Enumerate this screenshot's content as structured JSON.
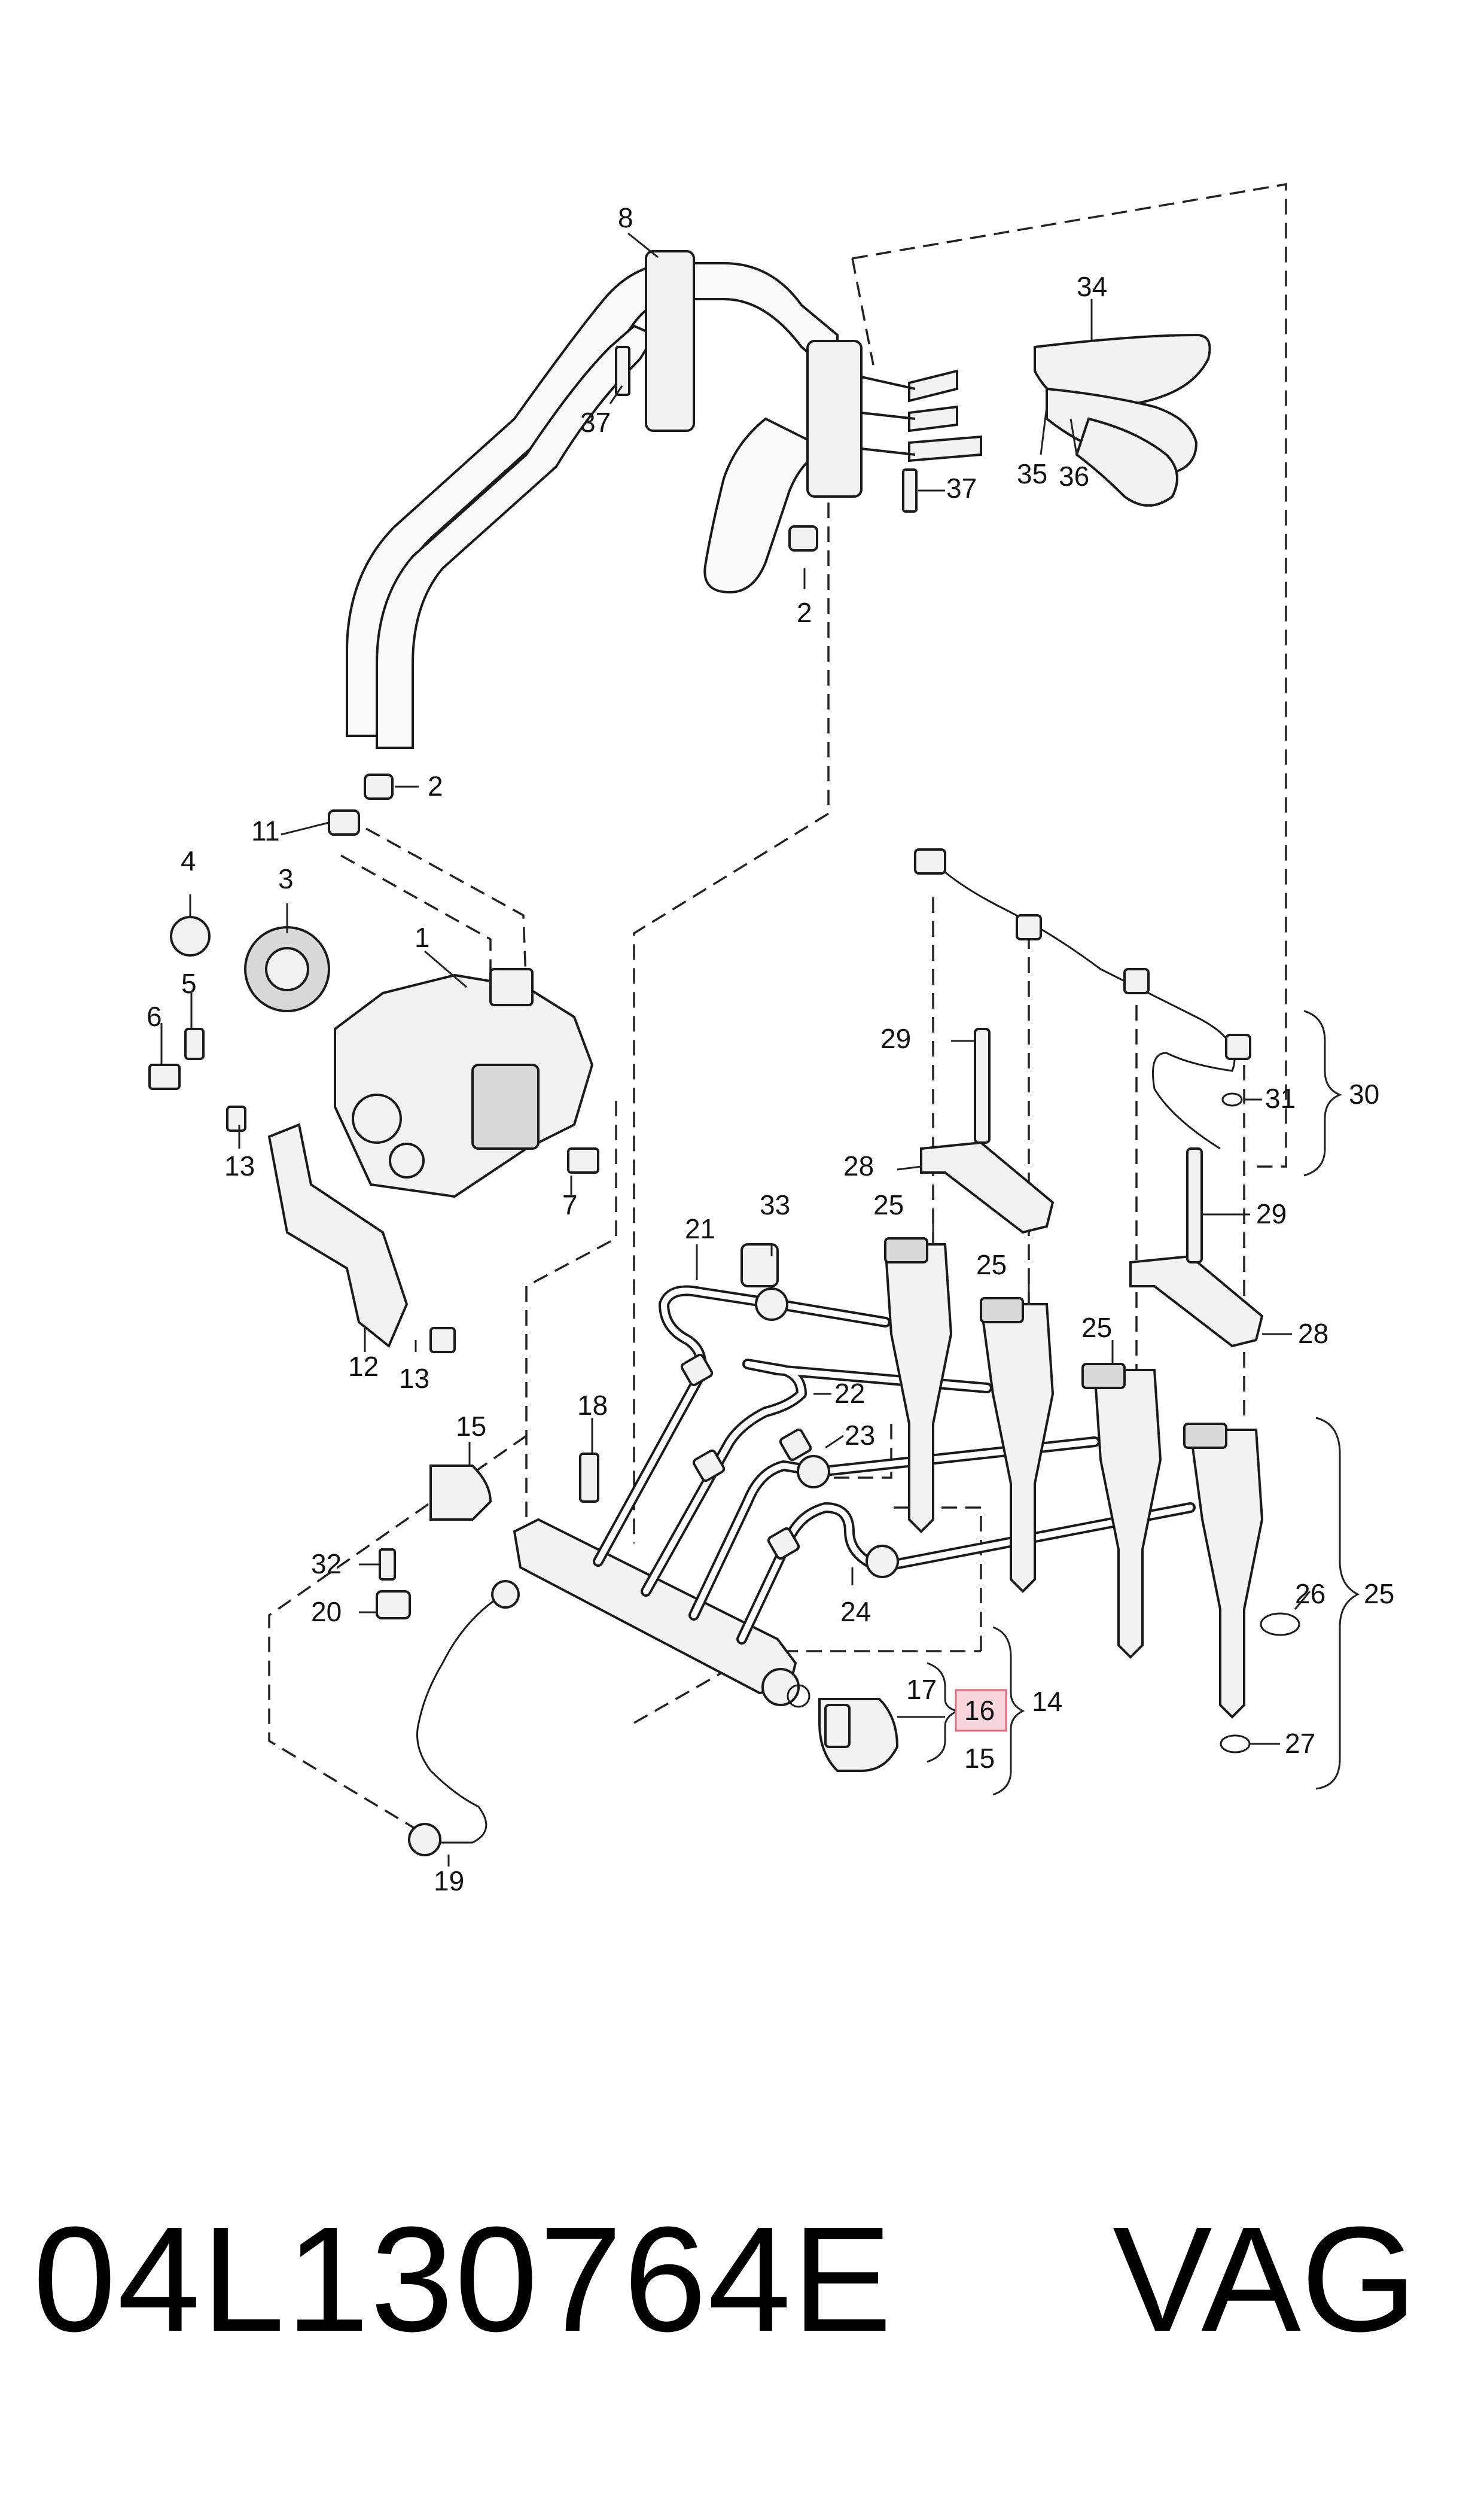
{
  "diagram": {
    "callouts": {
      "c1": "1",
      "c2a": "2",
      "c2b": "2",
      "c3": "3",
      "c4": "4",
      "c5": "5",
      "c6": "6",
      "c7": "7",
      "c8": "8",
      "c11": "11",
      "c12": "12",
      "c13a": "13",
      "c13b": "13",
      "c14": "14",
      "c15a": "15",
      "c15b": "15",
      "c16": "16",
      "c17": "17",
      "c18": "18",
      "c19": "19",
      "c20": "20",
      "c21": "21",
      "c22": "22",
      "c23": "23",
      "c24": "24",
      "c25a": "25",
      "c25b": "25",
      "c25c": "25",
      "c25d": "25",
      "c26": "26",
      "c27": "27",
      "c28a": "28",
      "c28b": "28",
      "c29a": "29",
      "c29b": "29",
      "c30": "30",
      "c31": "31",
      "c32": "32",
      "c33": "33",
      "c34": "34",
      "c35": "35",
      "c36": "36",
      "c37a": "37",
      "c37b": "37"
    },
    "highlighted_callout": "16",
    "highlight_color": "#f9d6dc"
  },
  "footer": {
    "part_number": "04L130764E",
    "brand": "VAG"
  }
}
